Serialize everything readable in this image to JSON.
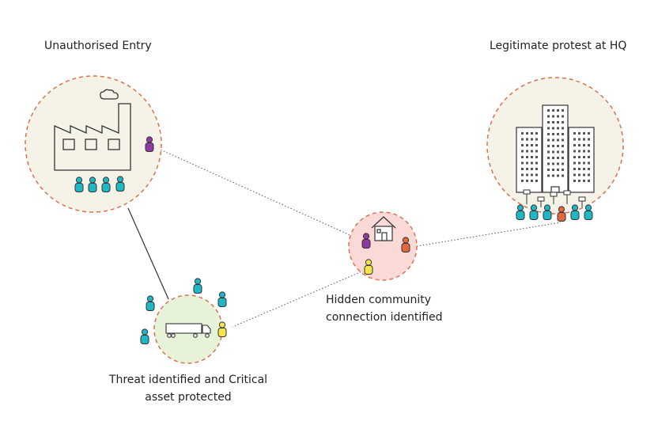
{
  "labels": {
    "unauthorised_entry": "Unauthorised Entry",
    "legitimate_protest": "Legitimate protest at HQ",
    "hidden_connection": [
      "Hidden community",
      "connection identified"
    ],
    "threat_identified": [
      "Threat identified and Critical",
      "asset protected"
    ]
  },
  "nodes": [
    {
      "id": "factory",
      "icon": "factory-icon",
      "fill": "#f5f3e8",
      "border": "#d9724f"
    },
    {
      "id": "hq",
      "icon": "office-buildings-icon",
      "fill": "#f5f3e8",
      "border": "#d9724f"
    },
    {
      "id": "community",
      "icon": "house-icon",
      "fill": "#fbd9d6",
      "border": "#d9724f"
    },
    {
      "id": "critical-asset",
      "icon": "truck-icon",
      "fill": "#e6f3d8",
      "border": "#d9724f"
    }
  ],
  "edges": [
    {
      "from": "factory-purple-person",
      "to": "community-purple-person",
      "style": "dotted"
    },
    {
      "from": "community-orange-person",
      "to": "hq-orange-person",
      "style": "dotted"
    },
    {
      "from": "community-yellow-person",
      "to": "asset-yellow-person",
      "style": "dotted"
    },
    {
      "from": "factory",
      "to": "critical-asset",
      "style": "solid"
    }
  ],
  "colors": {
    "teal": "#1fb7c4",
    "purple": "#8e3aa0",
    "orange": "#e0683a",
    "yellow": "#f4e64a",
    "outline": "#333333",
    "dashed_border": "#d9724f"
  }
}
